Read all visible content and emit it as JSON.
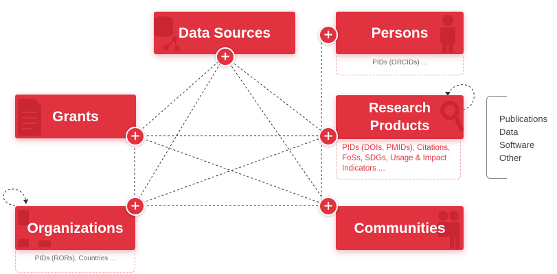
{
  "nodes": {
    "data_sources": {
      "title": "Data Sources"
    },
    "persons": {
      "title": "Persons",
      "attributes": "PIDs (ORCIDs) ..."
    },
    "grants": {
      "title": "Grants"
    },
    "research_products": {
      "title_line1": "Research",
      "title_line2": "Products",
      "attributes": "PIDs (DOIs, PMIDs), Citations, FoSs, SDGs, Usage & Impact Indicators ..."
    },
    "organizations": {
      "title": "Organizations",
      "attributes": "PIDs (RORs), Countries ..."
    },
    "communities": {
      "title": "Communities"
    }
  },
  "plus_symbol": "+",
  "product_types": [
    "Publications",
    "Data",
    "Software",
    "Other"
  ],
  "colors": {
    "accent": "#e0323f",
    "connector": "#333333",
    "attribute_border": "#f3a7ad"
  },
  "icons": {
    "data_sources": "database-network-icon",
    "persons": "person-icon",
    "grants": "document-icon",
    "research_products": "magnifier-icon",
    "organizations": "building-icon",
    "communities": "people-icon"
  }
}
